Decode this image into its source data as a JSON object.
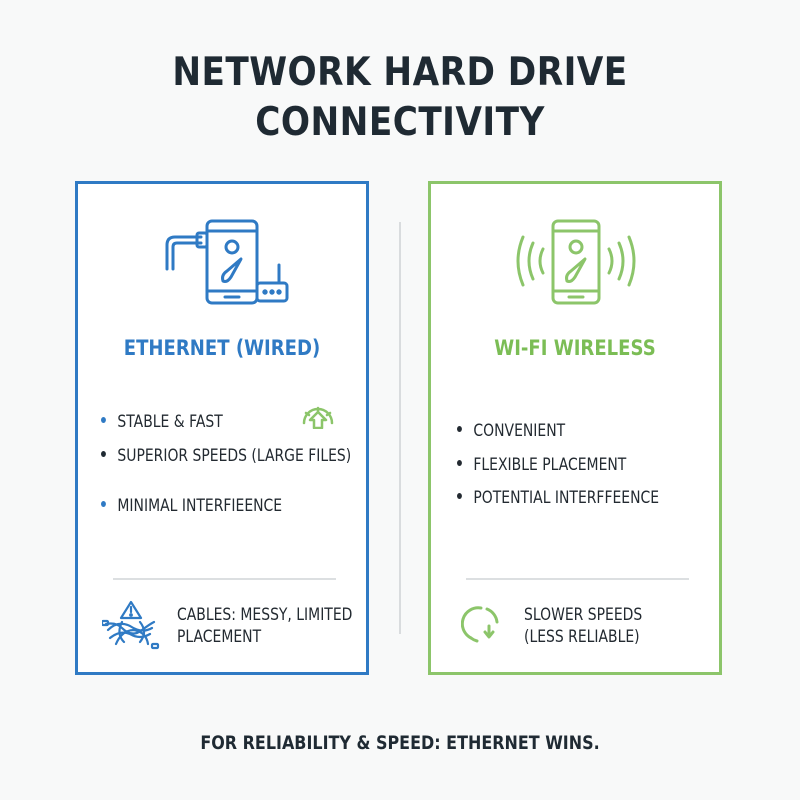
{
  "title": {
    "line1": "NETWORK HARD DRIVE",
    "line2": "CONNECTIVITY"
  },
  "colors": {
    "ethernet_accent": "#2f7ac4",
    "wifi_accent": "#8cc56a",
    "text": "#232a31",
    "background": "#f8f9f9"
  },
  "ethernet": {
    "icon": "wired-drive-router-icon",
    "heading": "ETHERNET (WIRED)",
    "pros": [
      {
        "text": "STABLE & FAST",
        "icon": "speedometer-up-icon"
      },
      {
        "text": "SUPERIOR SPEEDS (LARGE FILES)"
      },
      {
        "text": "MINIMAL INTERFIEENCE"
      }
    ],
    "con": {
      "icon": "tangled-cables-warning-icon",
      "line1": "CABLES: MESSY, LIMITED",
      "line2": "PLACEMENT"
    }
  },
  "wifi": {
    "icon": "wireless-drive-signal-icon",
    "heading": "WI-FI WIRELESS",
    "pros": [
      {
        "text": "CONVENIENT"
      },
      {
        "text": "FLEXIBLE PLACEMENT"
      },
      {
        "text": "POTENTIAL INTERFFEENCE"
      }
    ],
    "con": {
      "icon": "slow-speed-down-icon",
      "line1": "SLOWER SPEEDS",
      "line2": "(LESS RELIABLE)"
    }
  },
  "footer": "FOR RELIABILITY & SPEED: ETHERNET WINS."
}
